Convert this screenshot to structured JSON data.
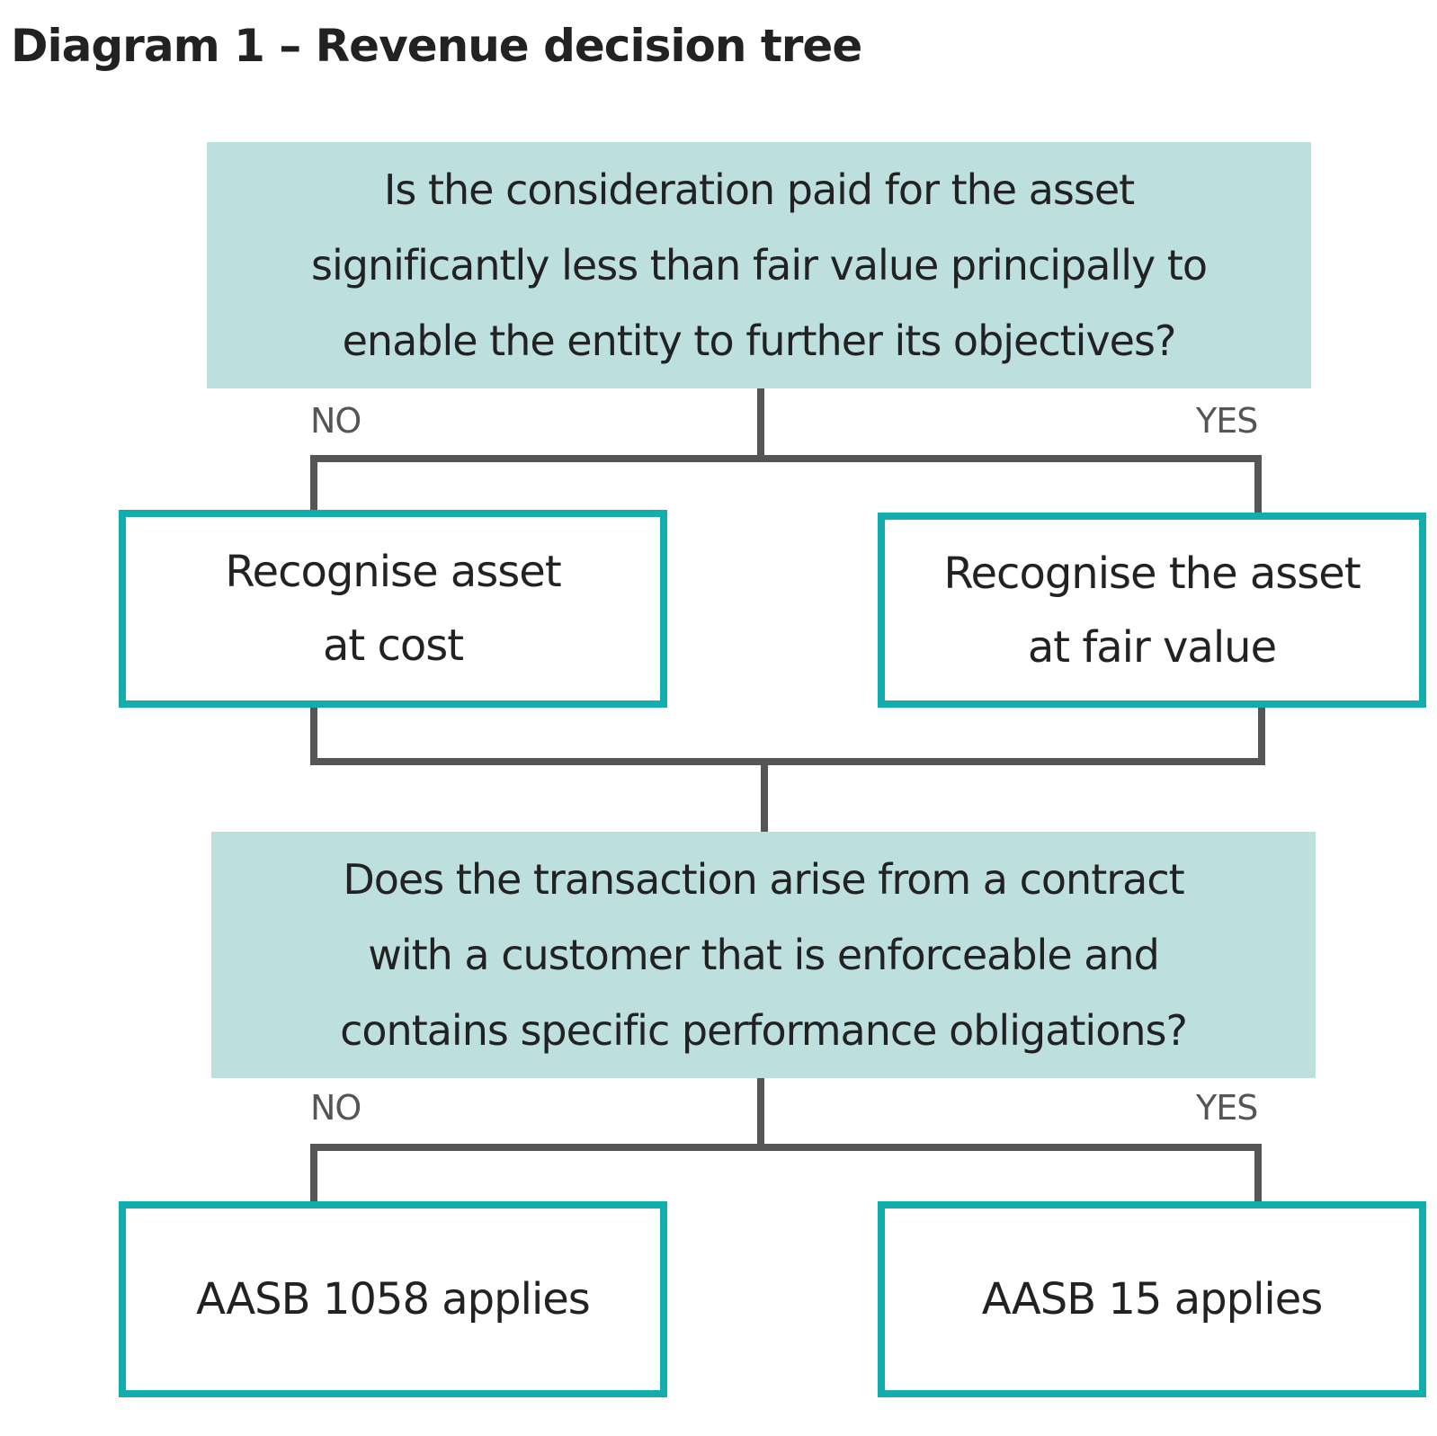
{
  "title": "Diagram 1 – Revenue decision tree",
  "colors": {
    "question_fill": "#bde0df",
    "outcome_border": "#12adac",
    "connector": "#555555",
    "text": "#222222"
  },
  "question_1": {
    "text": "Is the consideration paid for the asset\nsignificantly less than fair value principally to\nenable the entity to further its objectives?",
    "no_label": "NO",
    "yes_label": "YES"
  },
  "outcome_no_1": "Recognise asset\nat cost",
  "outcome_yes_1": "Recognise the asset\nat fair value",
  "question_2": {
    "text": "Does the transaction arise from a contract\nwith a customer that is enforceable and\ncontains specific performance obligations?",
    "no_label": "NO",
    "yes_label": "YES"
  },
  "outcome_no_2": "AASB 1058 applies",
  "outcome_yes_2": "AASB 15 applies"
}
